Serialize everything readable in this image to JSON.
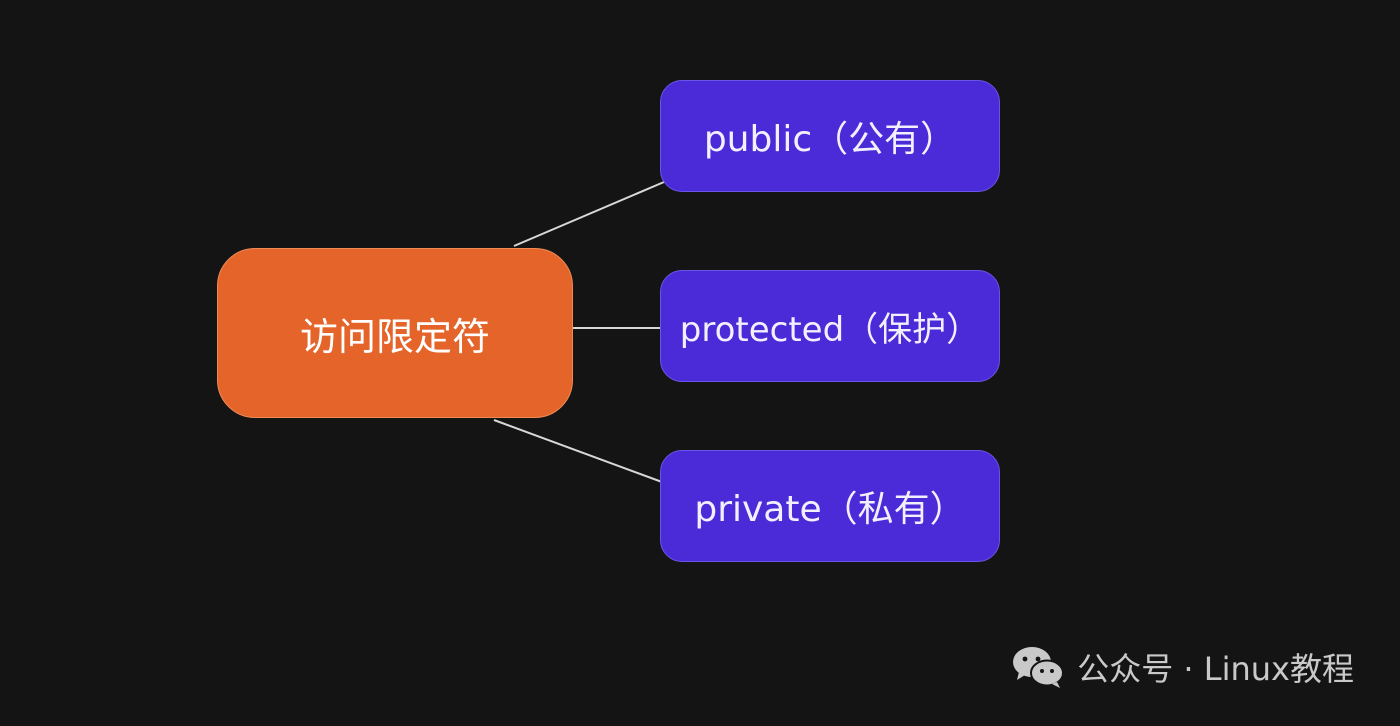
{
  "diagram": {
    "root": {
      "label": "访问限定符"
    },
    "children": [
      {
        "id": "public",
        "label": "public（公有）"
      },
      {
        "id": "protected",
        "label": "protected（保护）"
      },
      {
        "id": "private",
        "label": "private（私有）"
      }
    ],
    "colors": {
      "background": "#141414",
      "root_fill": "#e4642a",
      "child_fill": "#4b2ad8",
      "connector": "#d8d8d8",
      "text": "#ffffff"
    }
  },
  "watermark": {
    "icon": "wechat-icon",
    "text": "公众号 · Linux教程"
  }
}
